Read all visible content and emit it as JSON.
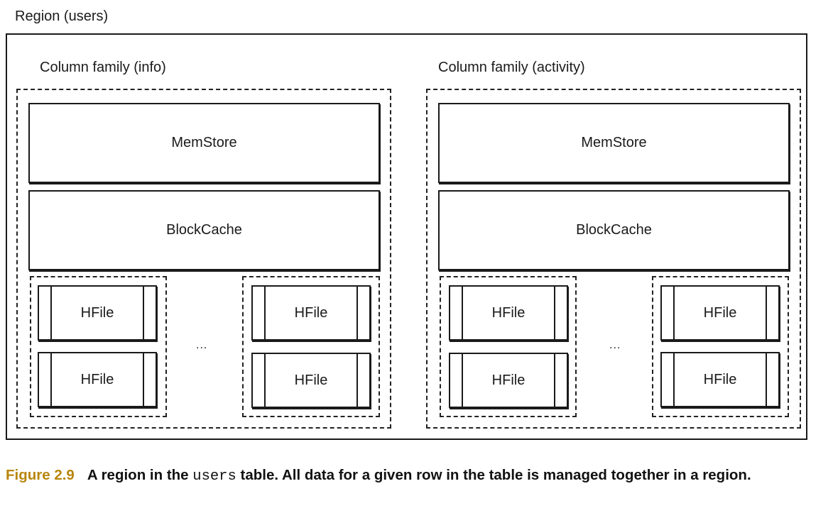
{
  "region": {
    "label": "Region (users)"
  },
  "families": [
    {
      "label": "Column family (info)",
      "memstore": "MemStore",
      "blockcache": "BlockCache",
      "hfiles": [
        "HFile",
        "HFile",
        "HFile",
        "HFile"
      ],
      "ellipsis": "..."
    },
    {
      "label": "Column family (activity)",
      "memstore": "MemStore",
      "blockcache": "BlockCache",
      "hfiles": [
        "HFile",
        "HFile",
        "HFile",
        "HFile"
      ],
      "ellipsis": "..."
    }
  ],
  "caption": {
    "figure": "Figure 2.9",
    "text_before": "A region in the ",
    "code": "users",
    "text_after": " table. All data for a given row in the table is managed together in a region."
  }
}
